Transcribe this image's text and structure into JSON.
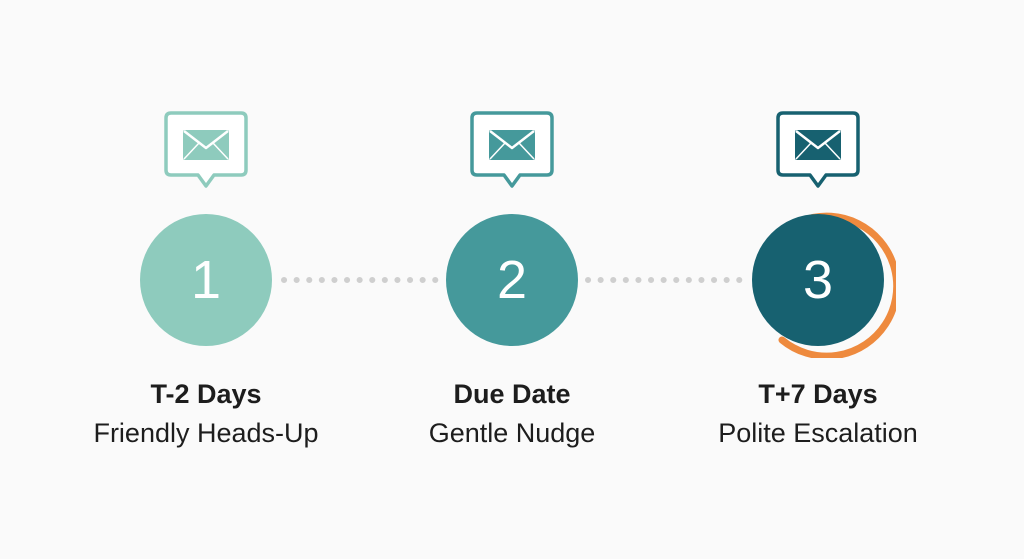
{
  "colors": {
    "background": "#fafafa",
    "step1": "#8ecbbd",
    "step2": "#45999b",
    "step3": "#176170",
    "highlight_ring": "#ee8a3e",
    "connector": "#cfcfcf",
    "text": "#1d1d1d"
  },
  "steps": [
    {
      "number": "1",
      "title": "T-2 Days",
      "subtitle": "Friendly Heads-Up",
      "icon": "envelope-speech-bubble-icon"
    },
    {
      "number": "2",
      "title": "Due Date",
      "subtitle": "Gentle Nudge",
      "icon": "envelope-speech-bubble-icon"
    },
    {
      "number": "3",
      "title": "T+7 Days",
      "subtitle": "Polite Escalation",
      "icon": "envelope-speech-bubble-icon",
      "highlighted": true
    }
  ]
}
